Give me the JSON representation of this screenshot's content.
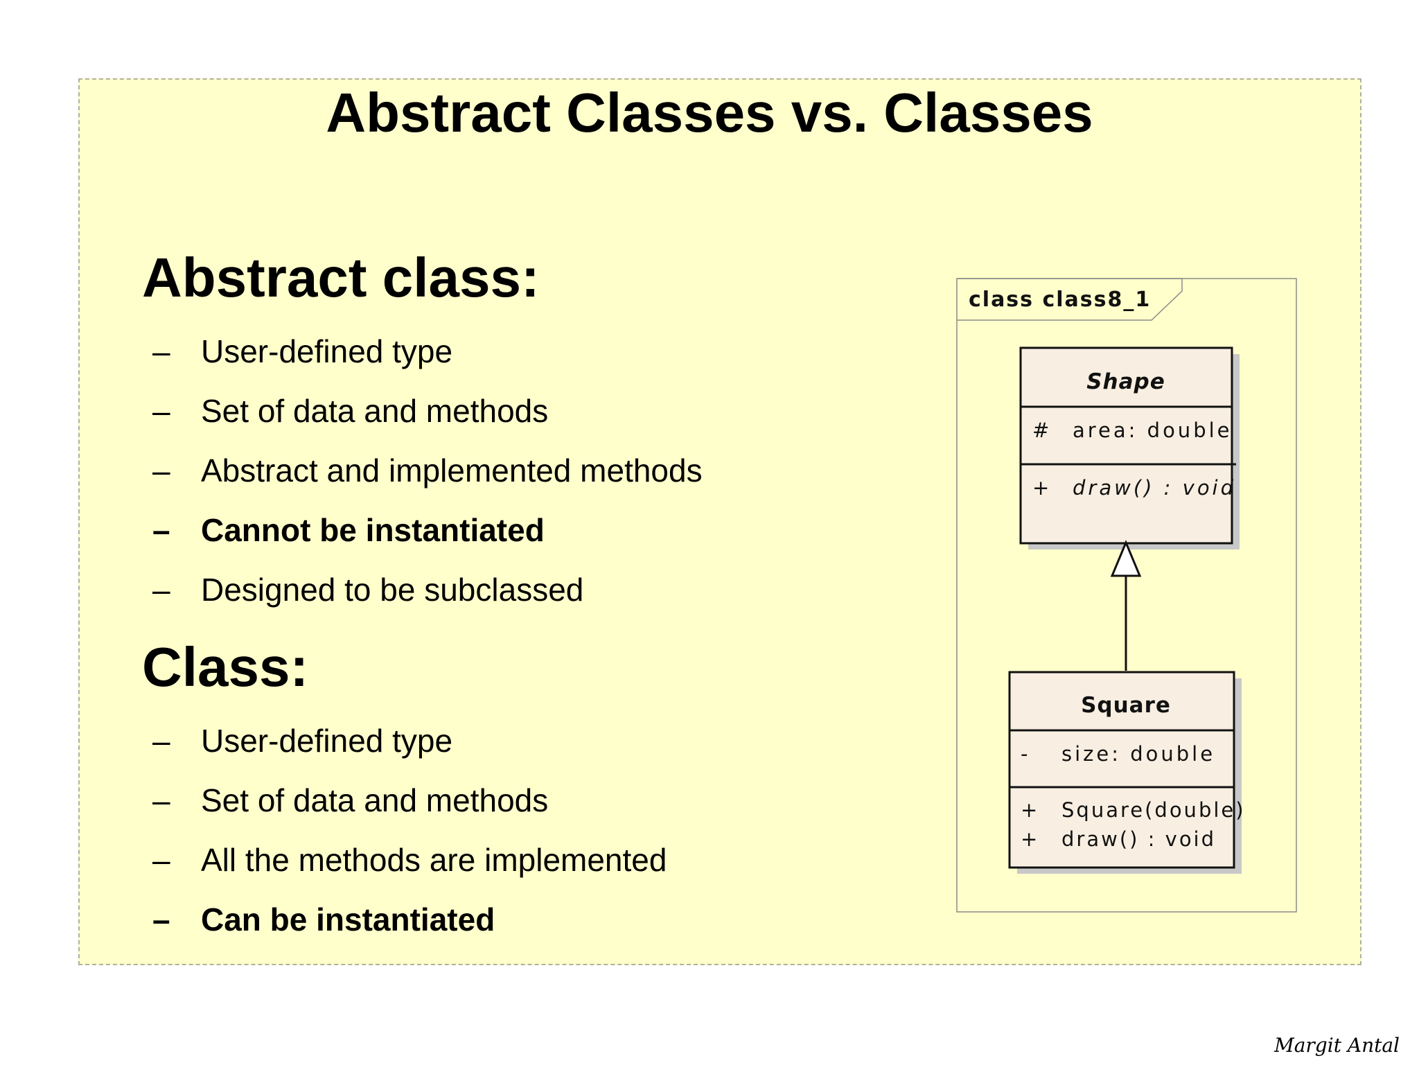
{
  "title": "Abstract Classes vs. Classes",
  "sections": [
    {
      "heading": "Abstract class:",
      "items": [
        {
          "marker": "–",
          "text": "User-defined type",
          "bold": false
        },
        {
          "marker": "–",
          "text": "Set of data and methods",
          "bold": false
        },
        {
          "marker": "–",
          "text": "Abstract and implemented methods",
          "bold": false
        },
        {
          "marker": "–",
          "text": "Cannot be instantiated",
          "bold": true
        },
        {
          "marker": "–",
          "text": "Designed to be subclassed",
          "bold": false
        }
      ]
    },
    {
      "heading": "Class:",
      "items": [
        {
          "marker": "–",
          "text": "User-defined type",
          "bold": false
        },
        {
          "marker": "–",
          "text": "Set of data and methods",
          "bold": false
        },
        {
          "marker": "–",
          "text": "All the methods are implemented",
          "bold": false
        },
        {
          "marker": "–",
          "text": "Can be instantiated",
          "bold": true
        }
      ]
    }
  ],
  "diagram": {
    "frame_label": "class class8_1",
    "abstract_class": {
      "name": "Shape",
      "attribute": {
        "visibility": "#",
        "text": "area:  double"
      },
      "method": {
        "visibility": "+",
        "text": "draw() : void"
      }
    },
    "concrete_class": {
      "name": "Square",
      "attribute": {
        "visibility": "-",
        "text": "size:  double"
      },
      "methods": [
        {
          "visibility": "+",
          "text": "Square(double)"
        },
        {
          "visibility": "+",
          "text": "draw() : void"
        }
      ]
    }
  },
  "author": "Margit Antal",
  "colors": {
    "slide_background": "#ffffcc",
    "class_fill": "#f8efe2",
    "class_shadow": "#c8c8c8"
  }
}
